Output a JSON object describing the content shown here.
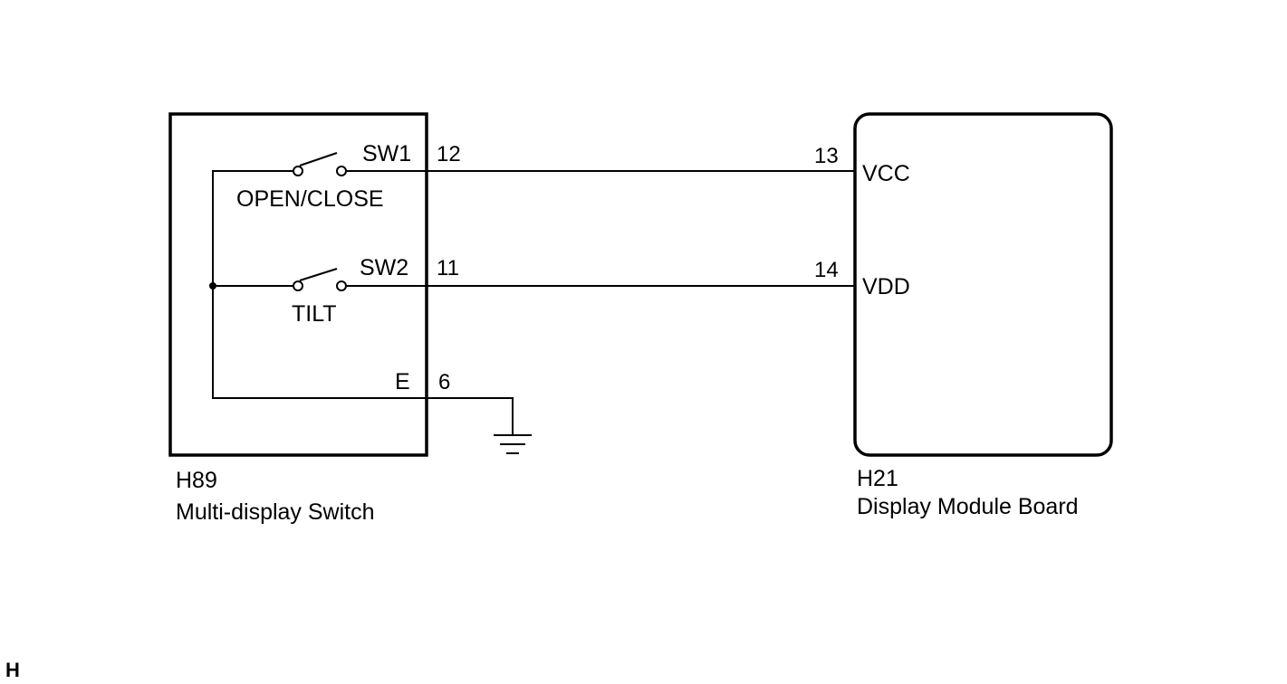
{
  "components": {
    "switch": {
      "id": "H89",
      "name": "Multi-display Switch",
      "terminals": {
        "sw1": "SW1",
        "sw2": "SW2",
        "e": "E"
      },
      "switch_labels": {
        "open_close": "OPEN/CLOSE",
        "tilt": "TILT"
      }
    },
    "module": {
      "id": "H21",
      "name": "Display Module Board",
      "terminals": {
        "vcc": "VCC",
        "vdd": "VDD"
      }
    }
  },
  "pins": {
    "switch_sw1": "12",
    "switch_sw2": "11",
    "switch_e": "6",
    "module_vcc": "13",
    "module_vdd": "14"
  },
  "corner_mark": "H",
  "colors": {
    "line": "#000000",
    "background": "#ffffff"
  }
}
